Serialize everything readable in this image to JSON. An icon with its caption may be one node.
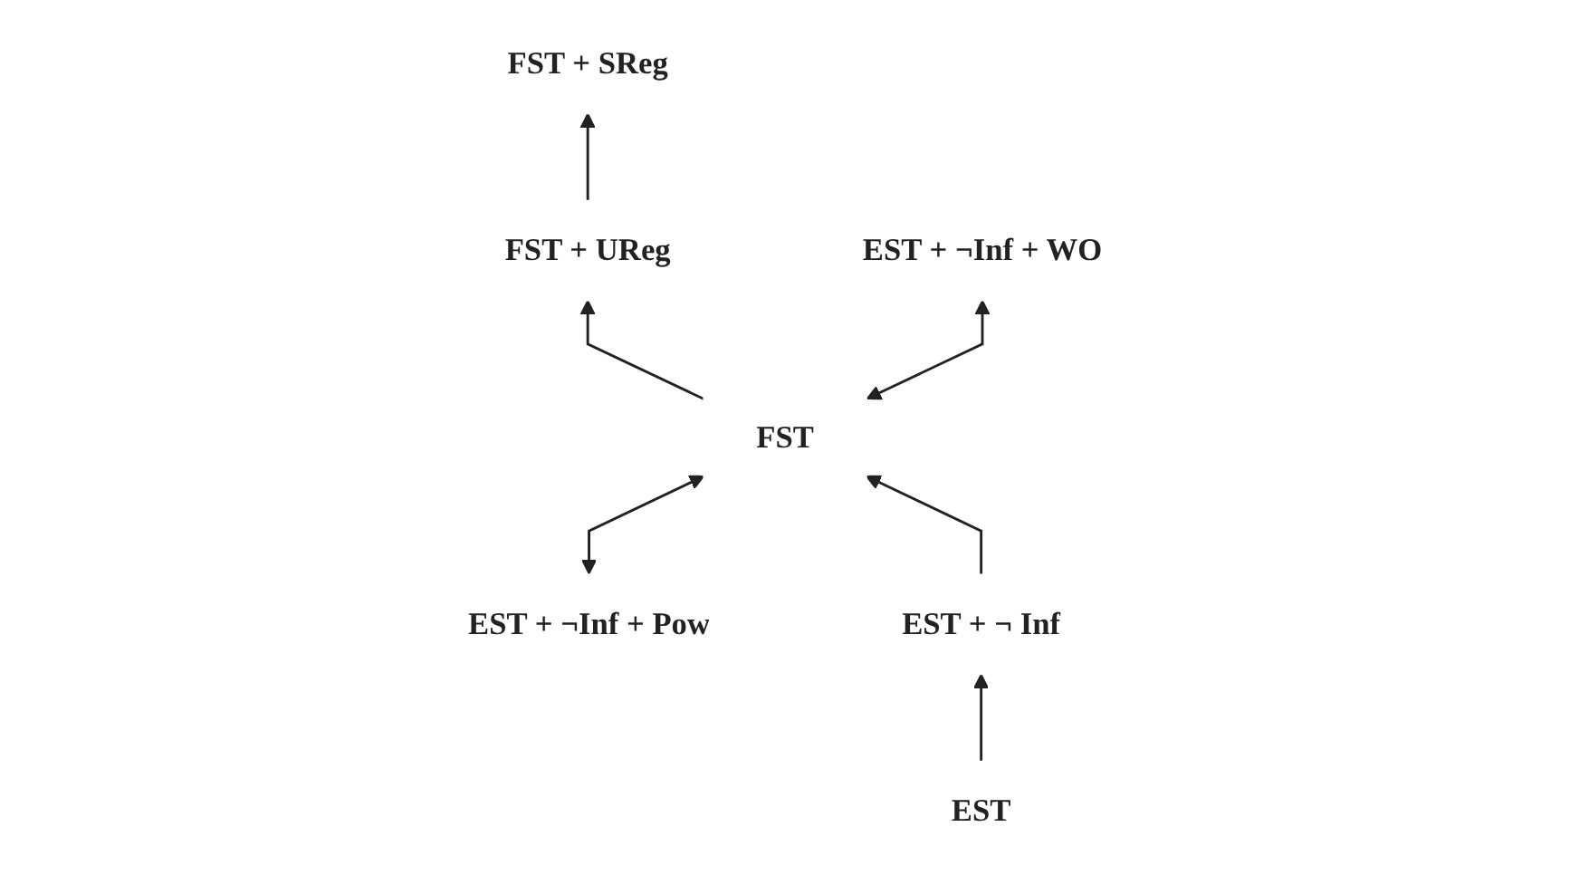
{
  "diagram": {
    "nodes": [
      {
        "text": [
          "FST + SReg"
        ]
      },
      {
        "text": [
          "FST + UReg"
        ]
      },
      {
        "text": [
          "EST + ¬Inf + Pow"
        ]
      },
      {
        "text": [
          "FST"
        ]
      },
      {
        "text": [
          "EST + ¬Inf + WO"
        ]
      },
      {
        "text": [
          "EST + ¬ Inf"
        ]
      },
      {
        "text": [
          "EST"
        ]
      }
    ],
    "edges": [
      {
        "from": 1,
        "to": 0,
        "arrow": "to"
      },
      {
        "from": 3,
        "to": 1,
        "arrow": "to"
      },
      {
        "from": 2,
        "to": 3,
        "arrow": "both"
      },
      {
        "from": 3,
        "to": 4,
        "arrow": "both"
      },
      {
        "from": 5,
        "to": 3,
        "arrow": "to"
      },
      {
        "from": 6,
        "to": 5,
        "arrow": "to"
      }
    ]
  }
}
